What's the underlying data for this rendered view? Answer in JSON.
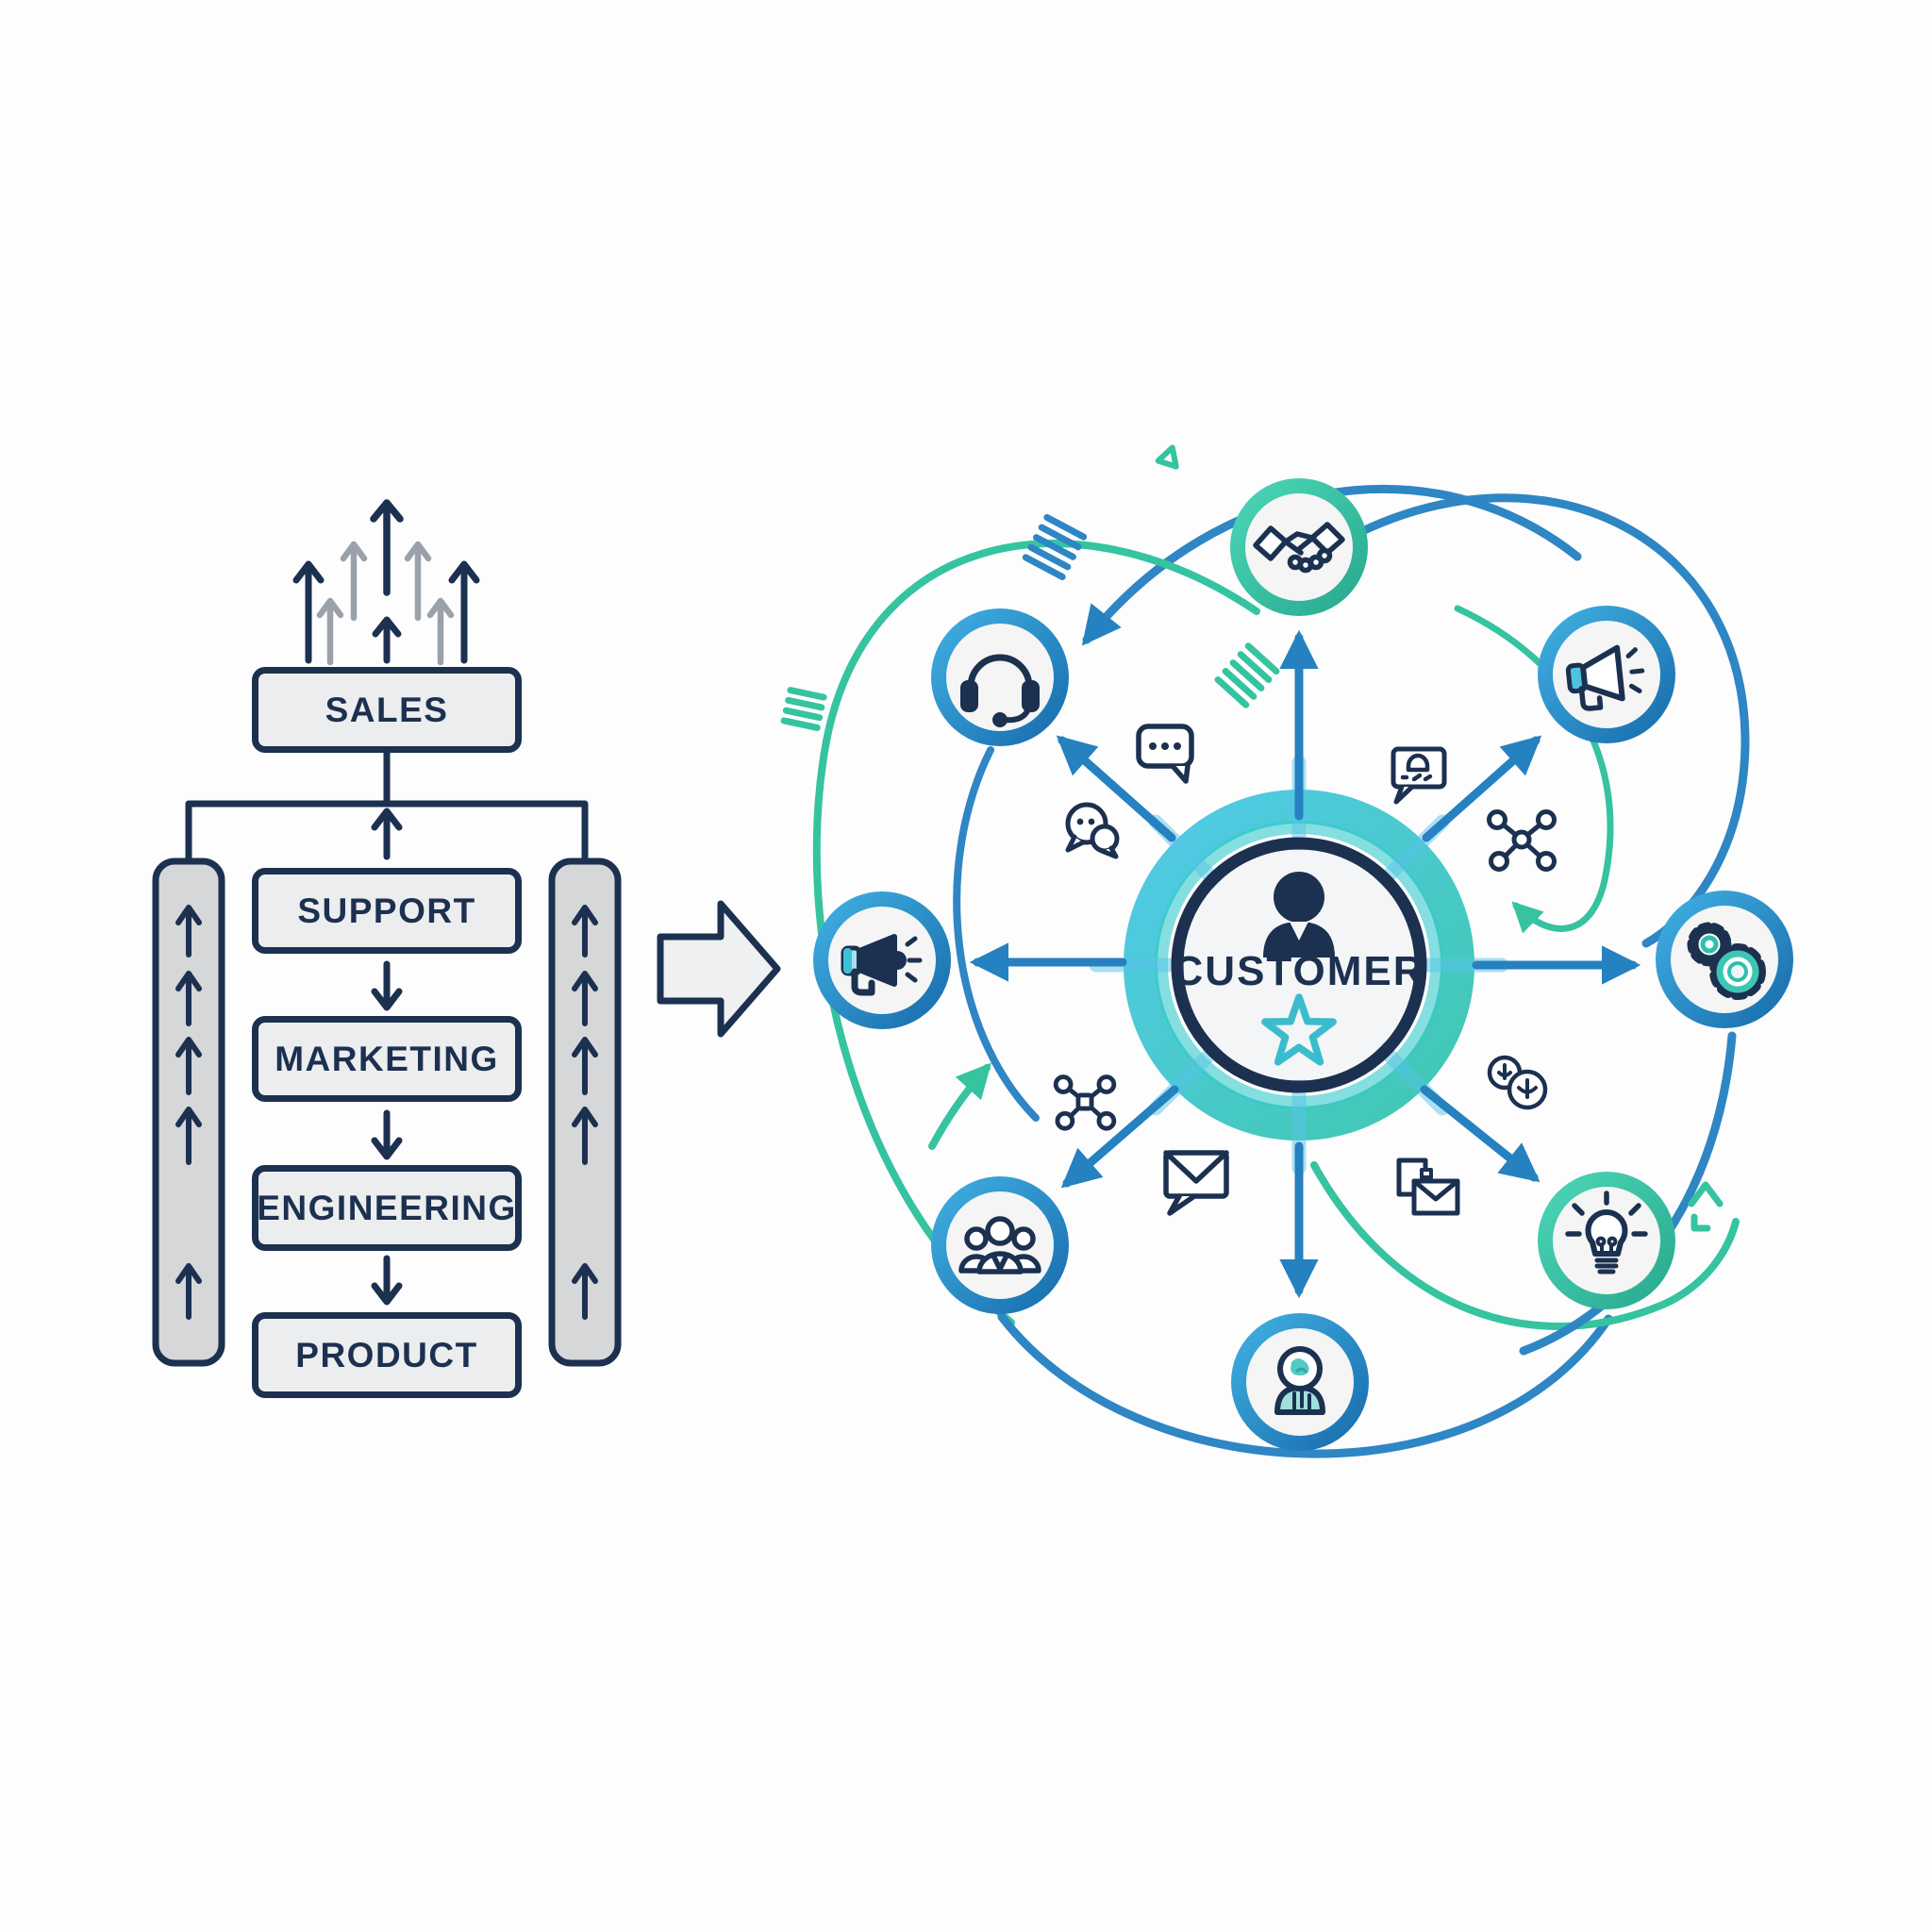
{
  "left_diagram": {
    "name": "siloed-departments-org-chart",
    "boxes": [
      {
        "label": "SALES"
      },
      {
        "label": "SUPPORT"
      },
      {
        "label": "MARKETING"
      },
      {
        "label": "ENGINEERING"
      },
      {
        "label": "PRODUCT"
      }
    ],
    "decorations": [
      "upward-growth-arrows",
      "left-flow-column",
      "right-flow-column"
    ]
  },
  "transform_arrow": {
    "direction": "right"
  },
  "right_diagram": {
    "name": "customer-centric-hub",
    "center": {
      "label": "CUSTOMER",
      "icons": [
        "person-icon",
        "star-icon"
      ]
    },
    "nodes": [
      {
        "icon": "handshake-icon",
        "ring": "teal",
        "position": "top"
      },
      {
        "icon": "headset-icon",
        "ring": "blue",
        "position": "top-left"
      },
      {
        "icon": "megaphone-icon",
        "ring": "blue",
        "position": "top-right"
      },
      {
        "icon": "announce-megaphone-icon",
        "ring": "blue",
        "position": "left"
      },
      {
        "icon": "gears-icon",
        "ring": "blue",
        "position": "right"
      },
      {
        "icon": "team-icon",
        "ring": "blue",
        "position": "bottom-left"
      },
      {
        "icon": "person-insight-icon",
        "ring": "blue",
        "position": "bottom"
      },
      {
        "icon": "lightbulb-icon",
        "ring": "teal",
        "position": "bottom-right"
      }
    ],
    "floating_icons": [
      "chat-bubble-icon",
      "wechat-chat-icon",
      "notification-bubble-icon",
      "network-nodes-icon",
      "mail-message-icon",
      "network-nodes-icon",
      "document-mail-icon",
      "badges-icon"
    ]
  },
  "colors": {
    "navy": "#1c3050",
    "box_fill": "#ecedee",
    "column_fill": "#d6d7d9",
    "gray_arrow": "#9aa1a9",
    "blue": "#2581c0",
    "light_blue": "#57c4e8",
    "teal": "#35c3a0",
    "cyan": "#4fc3dd",
    "star_teal": "#3bbccc"
  }
}
